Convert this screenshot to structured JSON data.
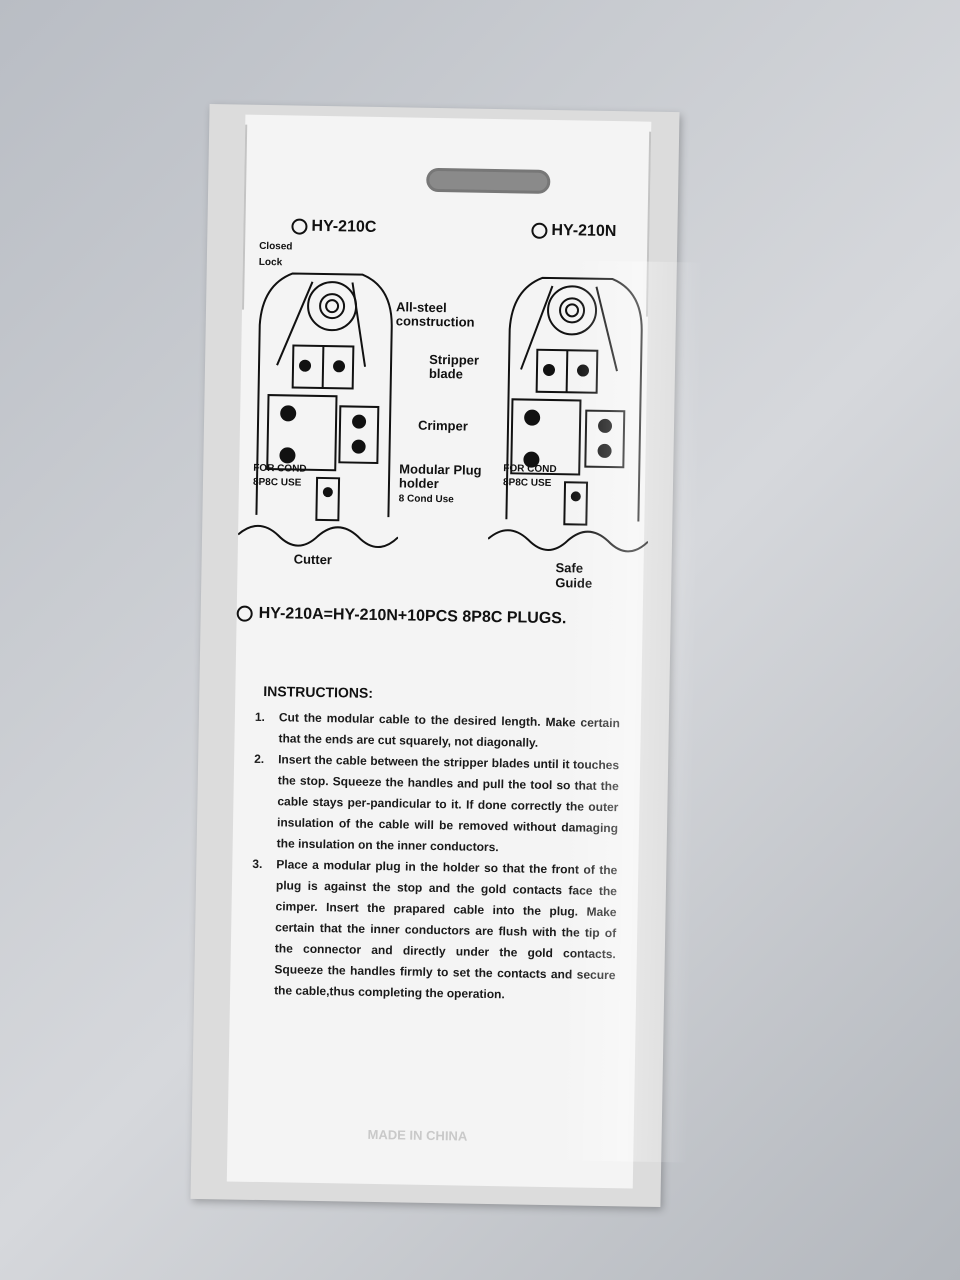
{
  "package": {
    "model_left": "HY-210C",
    "model_right": "HY-210N",
    "labels": {
      "closed": "Closed",
      "lock": "Lock",
      "all_steel_1": "All-steel",
      "all_steel_2": "construction",
      "stripper_1": "Stripper",
      "stripper_2": "blade",
      "crimper": "Crimper",
      "for_cond_1": "FOR COND",
      "for_cond_2": "8P8C USE",
      "modular_1": "Modular Plug",
      "modular_2": "holder",
      "modular_3": "8 Cond Use",
      "cutter": "Cutter",
      "safe_1": "Safe",
      "safe_2": "Guide"
    },
    "headline": "HY-210A=HY-210N+10PCS 8P8C PLUGS.",
    "instructions_title": "INSTRUCTIONS:",
    "instructions": [
      {
        "num": "1.",
        "text": "Cut the modular cable to the desired length. Make certain that the ends are cut squarely, not diagonally."
      },
      {
        "num": "2.",
        "text": "Insert the cable between the stripper blades until it touches the stop. Squeeze the handles and pull the tool so that the cable stays per-pandicular to it. If done correctly the outer insulation of the cable will be removed without damaging the insulation on the inner conductors."
      },
      {
        "num": "3.",
        "text": "Place a modular plug in the holder so that the front of the plug is against the stop and the gold contacts face the cimper. Insert the prapared cable into the plug. Make certain that the inner conductors are flush with the tip of the connector and directly under the gold contacts. Squeeze the handles firmly to set the contacts and secure the cable,thus completing the operation."
      }
    ],
    "faint_text": "MADE IN CHINA"
  }
}
